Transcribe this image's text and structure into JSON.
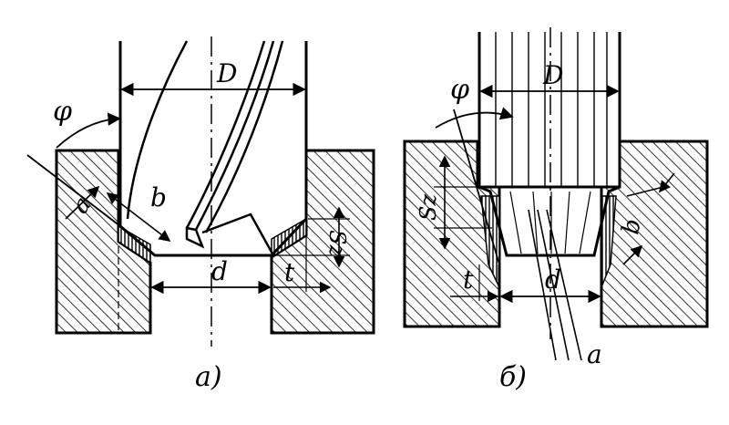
{
  "figure_a": {
    "caption": "а)",
    "labels": {
      "diameter": "D",
      "angle": "φ",
      "cut_width": "b",
      "cut_thickness": "a",
      "hole": "d",
      "depth": "t",
      "feed": "Sz"
    }
  },
  "figure_b": {
    "caption": "б)",
    "labels": {
      "diameter": "D",
      "angle": "φ",
      "feed": "Sz",
      "cut_width": "b",
      "hole": "d",
      "depth": "t",
      "cut_thickness": "a"
    }
  },
  "colors": {
    "ink": "#000000",
    "paper": "#ffffff"
  }
}
